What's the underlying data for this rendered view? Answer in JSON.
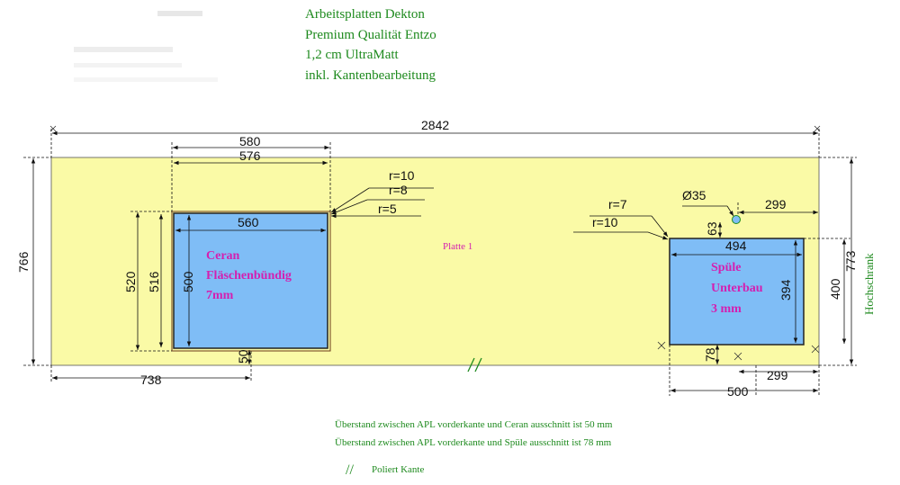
{
  "header": {
    "line1": "Arbeitsplatten Dekton",
    "line2": "Premium Qualität Entzo",
    "line3": "1,2 cm UltraMatt",
    "line4": "inkl. Kantenbearbeitung"
  },
  "colors": {
    "plate": "#fafaa6",
    "cutout": "#7fbdf6",
    "note_text": "#1e8a1e",
    "cutout_label": "#d41fb0",
    "dimension": "#111111"
  },
  "plate": {
    "label": "Platte 1",
    "side_label": "Hochschrank"
  },
  "cooktop": {
    "label_line1": "Ceran",
    "label_line2": "Fläschenbündig",
    "label_line3": "7mm"
  },
  "sink": {
    "label_line1": "Spüle",
    "label_line2": "Unterbau",
    "label_line3": "3 mm"
  },
  "dimensions": {
    "total_length": "2842",
    "total_depth": "766",
    "cooktop_outer_width": "580",
    "cooktop_width_576": "576",
    "cooktop_inner_width": "560",
    "cooktop_height_520": "520",
    "cooktop_height_516": "516",
    "cooktop_inner_height": "500",
    "cooktop_front_offset": "50",
    "cooktop_left_offset": "738",
    "radius_10": "r=10",
    "radius_8": "r=8",
    "radius_5": "r=5",
    "sink_radius_7": "r=7",
    "sink_radius_10": "r=10",
    "tap_hole": "Ø35",
    "tap_offset_63": "63",
    "tap_right_offset": "299",
    "sink_width": "494",
    "sink_height": "394",
    "sink_front_offset": "78",
    "sink_right_depth_773": "773",
    "sink_right_depth_400": "400",
    "sink_bottom_width": "500",
    "sink_bottom_right_offset": "299"
  },
  "notes": {
    "note1": "Überstand zwischen APL vorderkante und Ceran ausschnitt ist 50 mm",
    "note2": "Überstand zwischen APL vorderkante und Spüle ausschnitt ist 78 mm",
    "polished_symbol": "//",
    "polished_label": "Poliert Kante"
  }
}
